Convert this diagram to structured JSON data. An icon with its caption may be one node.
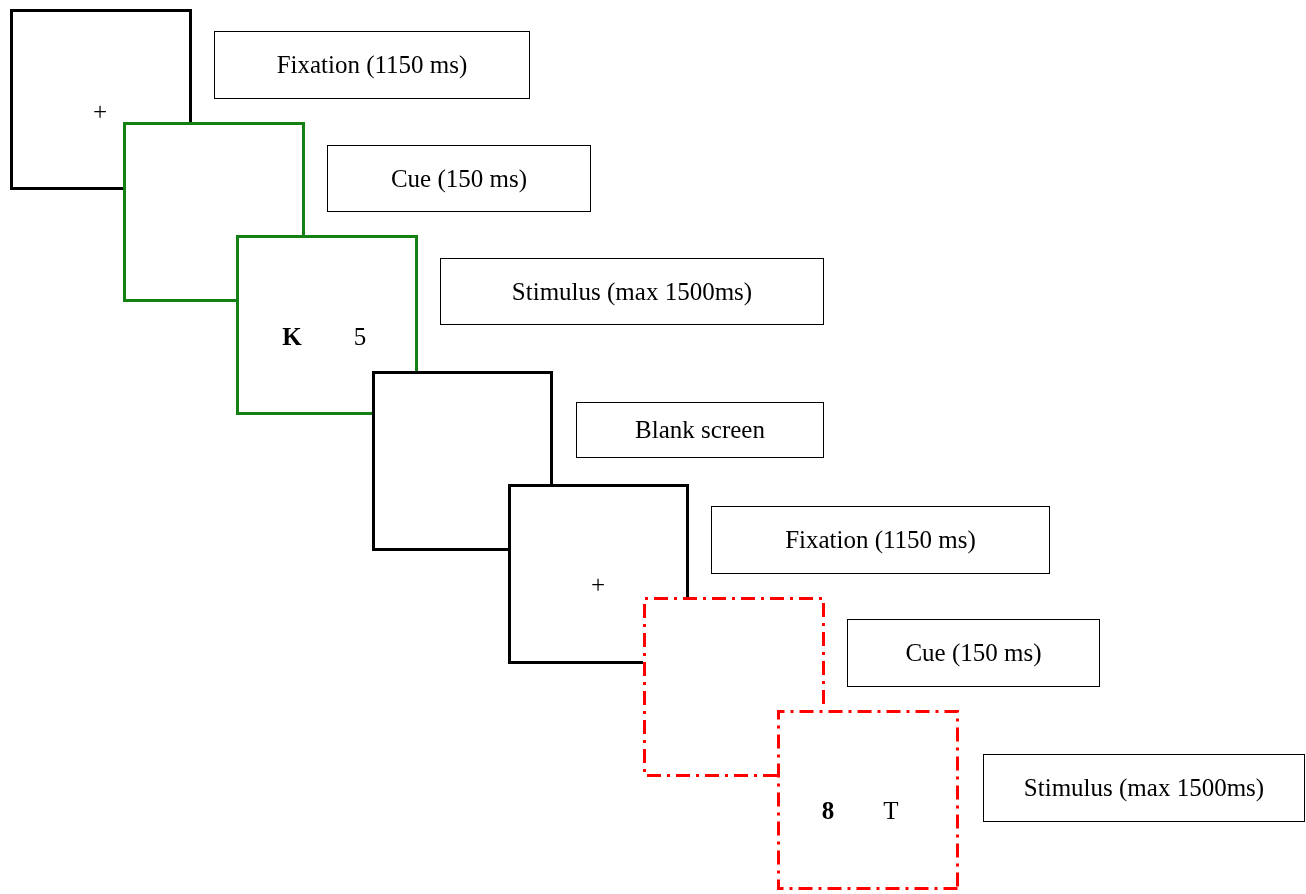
{
  "diagram": {
    "nodes": [
      {
        "text": [
          "+"
        ]
      },
      {
        "text": [
          "Fixation (1150 ms)"
        ]
      },
      {
        "text": [],
        "shape": "box"
      },
      {
        "text": [
          "Cue (150 ms)"
        ]
      },
      {
        "text": [
          "**K**",
          "5"
        ]
      },
      {
        "text": [
          "Stimulus (max 1500ms)"
        ]
      },
      {
        "text": [],
        "shape": "box"
      },
      {
        "text": [
          "Blank screen"
        ]
      },
      {
        "text": [
          "+"
        ]
      },
      {
        "text": [
          "Fixation (1150 ms)"
        ]
      },
      {
        "text": [],
        "shape": "box"
      },
      {
        "text": [
          "Cue (150 ms)"
        ]
      },
      {
        "text": [
          "**8**",
          "T"
        ]
      },
      {
        "text": [
          "Stimulus (max 1500ms)"
        ]
      }
    ],
    "edges": []
  }
}
